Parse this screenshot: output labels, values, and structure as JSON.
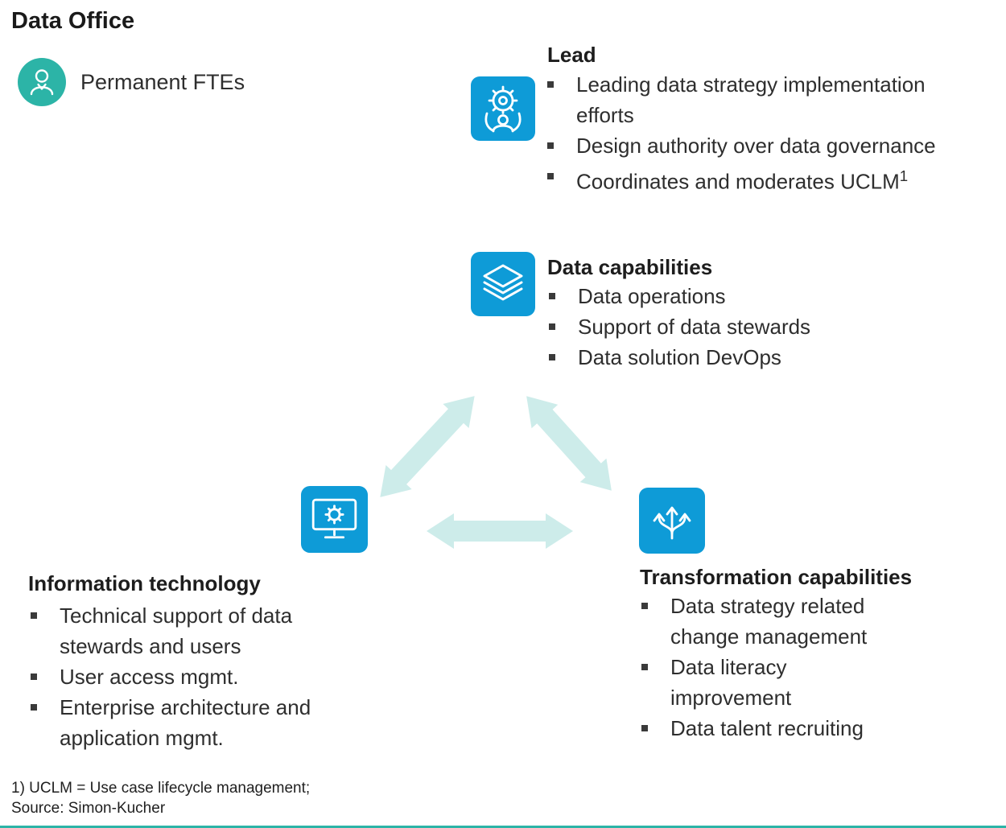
{
  "title": "Data Office",
  "legend": {
    "label": "Permanent FTEs",
    "icon": "person-icon"
  },
  "sections": {
    "lead": {
      "heading": "Lead",
      "icon": "gear-people-icon",
      "bullets": [
        "Leading data strategy implementation efforts",
        "Design authority over data governance",
        "Coordinates and moderates UCLM"
      ],
      "footnote_ref": "1"
    },
    "data_capabilities": {
      "heading": "Data capabilities",
      "icon": "layers-icon",
      "bullets": [
        "Data operations",
        "Support of data stewards",
        "Data solution DevOps"
      ]
    },
    "information_technology": {
      "heading": "Information technology",
      "icon": "monitor-gear-icon",
      "bullets": [
        "Technical support of data stewards and users",
        "User access mgmt.",
        "Enterprise architecture and application mgmt."
      ]
    },
    "transformation_capabilities": {
      "heading": "Transformation capabilities",
      "icon": "branching-arrows-icon",
      "bullets": [
        "Data strategy related change management",
        "Data literacy improvement",
        "Data talent recruiting"
      ]
    }
  },
  "footnote": {
    "line1": "1) UCLM = Use case lifecycle management;",
    "line2": "Source: Simon-Kucher"
  },
  "colors": {
    "accent_blue": "#0e9bd7",
    "accent_teal": "#2cb4a7",
    "arrow_teal": "#cdecea",
    "text": "#2e2e2e"
  }
}
